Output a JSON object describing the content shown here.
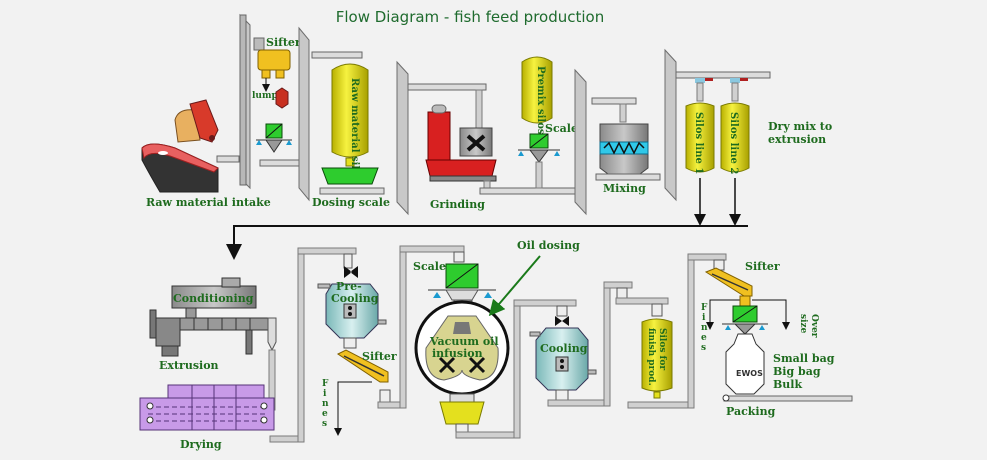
{
  "title": "Flow Diagram - fish feed production",
  "colors": {
    "title": "#1f6b2e",
    "labels": "#1e6b1e",
    "background": "#f2f2f2",
    "silo_yellow": "#e4e01e",
    "scale_green": "#2ecc2e",
    "dryer_purple": "#c89ae8",
    "tank_teal": "#a8d8d8",
    "grinder_red": "#d82020"
  },
  "stages_top": [
    {
      "id": "raw-intake",
      "label": "Raw material  intake"
    },
    {
      "id": "sifter-1",
      "label": "Sifter"
    },
    {
      "id": "lumps",
      "label": "lumps"
    },
    {
      "id": "raw-silos",
      "label": "Raw material silos"
    },
    {
      "id": "dosing-scale",
      "label": "Dosing scale"
    },
    {
      "id": "grinding",
      "label": "Grinding"
    },
    {
      "id": "premix-silos",
      "label": "Premix silos"
    },
    {
      "id": "scale-1",
      "label": "Scale"
    },
    {
      "id": "mixing",
      "label": "Mixing"
    },
    {
      "id": "silos-line-1",
      "label": "Silos line 1"
    },
    {
      "id": "silos-line-2",
      "label": "Silos line 2"
    },
    {
      "id": "dry-mix",
      "label_line1": "Dry mix to",
      "label_line2": "extrusion"
    }
  ],
  "stages_bottom": [
    {
      "id": "conditioning",
      "label": "Conditioning"
    },
    {
      "id": "extrusion",
      "label": "Extrusion"
    },
    {
      "id": "drying",
      "label": "Drying"
    },
    {
      "id": "pre-cooling",
      "label_line1": "Pre-",
      "label_line2": "Cooling"
    },
    {
      "id": "sifter-2",
      "label": "Sifter"
    },
    {
      "id": "fines-1",
      "label": "Fines"
    },
    {
      "id": "scale-2",
      "label": "Scale"
    },
    {
      "id": "oil-dosing",
      "label": "Oil dosing"
    },
    {
      "id": "vacuum",
      "label_line1": "Vacuum oil",
      "label_line2": "infusion"
    },
    {
      "id": "cooling",
      "label": "Cooling"
    },
    {
      "id": "finish-silos",
      "label_line1": "Silos for",
      "label_line2": "finish prod."
    },
    {
      "id": "sifter-3",
      "label": "Sifter"
    },
    {
      "id": "fines-2",
      "label": "Fines"
    },
    {
      "id": "over-size",
      "label_line1": "Over",
      "label_line2": "size"
    },
    {
      "id": "bag-brand",
      "label": "EWOS"
    },
    {
      "id": "packing-options",
      "items": [
        "Small bag",
        "Big bag",
        "Bulk"
      ]
    },
    {
      "id": "packing",
      "label": "Packing"
    }
  ]
}
